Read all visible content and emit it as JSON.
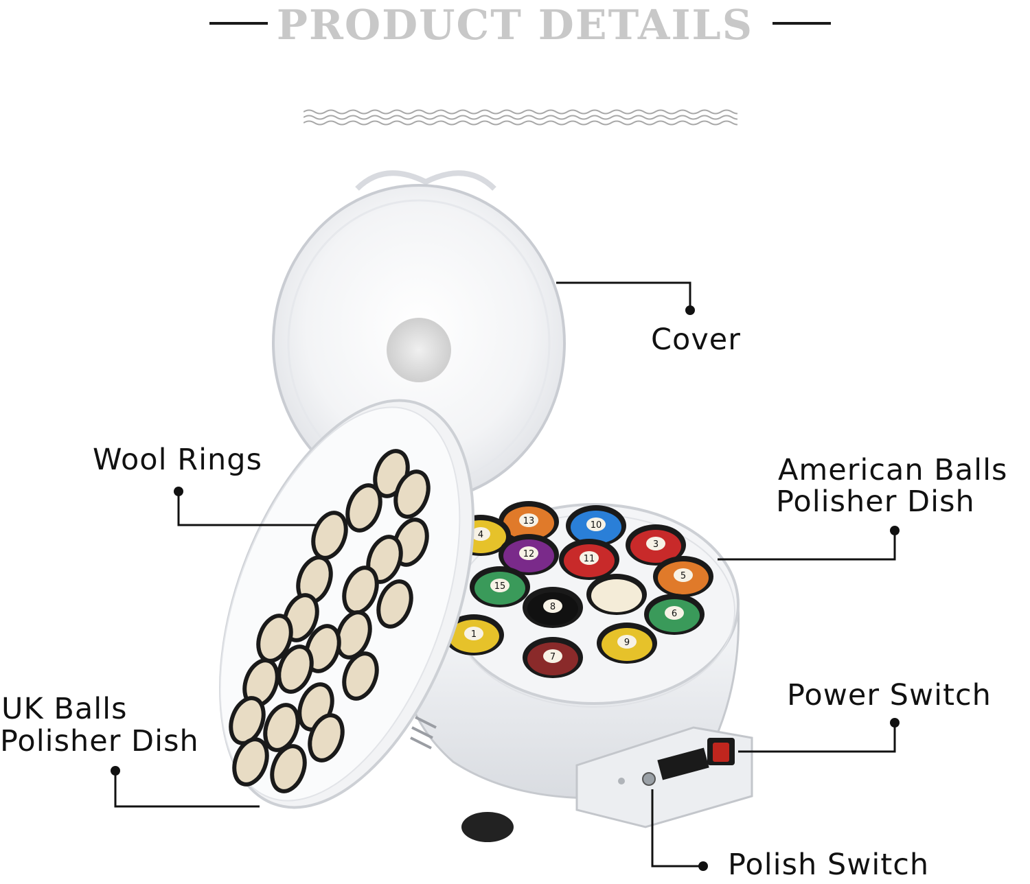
{
  "header": {
    "title": "PRODUCT DETAILS"
  },
  "callouts": {
    "cover": "Cover",
    "wool_rings": "Wool Rings",
    "american_balls_line1": "American Balls",
    "american_balls_line2": "Polisher Dish",
    "uk_balls_line1": "UK Balls",
    "uk_balls_line2": "Polisher Dish",
    "power_switch": "Power Switch",
    "polish_switch": "Polish Switch"
  },
  "colors": {
    "title_gray": "#c8c8c8",
    "ink": "#111111",
    "ring_fill": "#e8dcc4",
    "ring_border": "#1a1a1a",
    "switch_red": "#c0261e"
  },
  "balls": [
    {
      "number": "13",
      "color": "#e07a2a"
    },
    {
      "number": "10",
      "color": "#2a7fd8"
    },
    {
      "number": "3",
      "color": "#c82a2a"
    },
    {
      "number": "4",
      "color": "#e6c22a"
    },
    {
      "number": "12",
      "color": "#7a2a8a"
    },
    {
      "number": "11",
      "color": "#c82a2a"
    },
    {
      "number": "5",
      "color": "#e07a2a"
    },
    {
      "number": "15",
      "color": "#3a9a5a"
    },
    {
      "number": "8",
      "color": "#111111"
    },
    {
      "number": "",
      "color": "#f4ecd8"
    },
    {
      "number": "6",
      "color": "#3a9a5a"
    },
    {
      "number": "1",
      "color": "#e6c22a"
    },
    {
      "number": "7",
      "color": "#8a2a2a"
    },
    {
      "number": "9",
      "color": "#e6c22a"
    }
  ]
}
